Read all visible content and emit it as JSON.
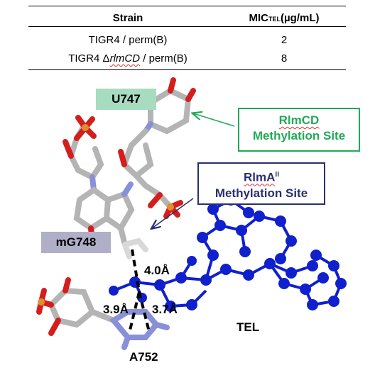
{
  "table": {
    "header": {
      "strain": "Strain",
      "mic_prefix": "MIC",
      "mic_sub": "TEL",
      "mic_unit": "(µg/mL)"
    },
    "rows": [
      {
        "strain": "TIGR4 / perm(B)",
        "mic": "2"
      },
      {
        "strain_prefix": "TIGR4 Δ",
        "strain_gene": "rlmCD",
        "strain_suffix": " / perm(B)",
        "mic": "8"
      }
    ]
  },
  "labels": {
    "u747": "U747",
    "mg748": "mG748",
    "a752": "A752",
    "tel": "TEL",
    "dist_1": "4.0Å",
    "dist_2": "3.9Å",
    "dist_3": "3.7Å"
  },
  "callouts": {
    "rlmcd": {
      "line1": "RlmCD",
      "line2": "Methylation Site",
      "color": "#22a95a"
    },
    "rlmaii": {
      "line1_main": "RlmA",
      "line1_sup": "II",
      "line2": "Methylation Site",
      "color": "#2a2f6e"
    }
  },
  "colors": {
    "u747_bg": "#a8dcc0",
    "mg748_bg": "#b0afc8",
    "molecule_blue": "#1020cc",
    "carbon": "#b4b4b4",
    "oxygen": "#d41e1e",
    "nitrogen": "#8890d8",
    "phosphorus": "#e0902a"
  }
}
